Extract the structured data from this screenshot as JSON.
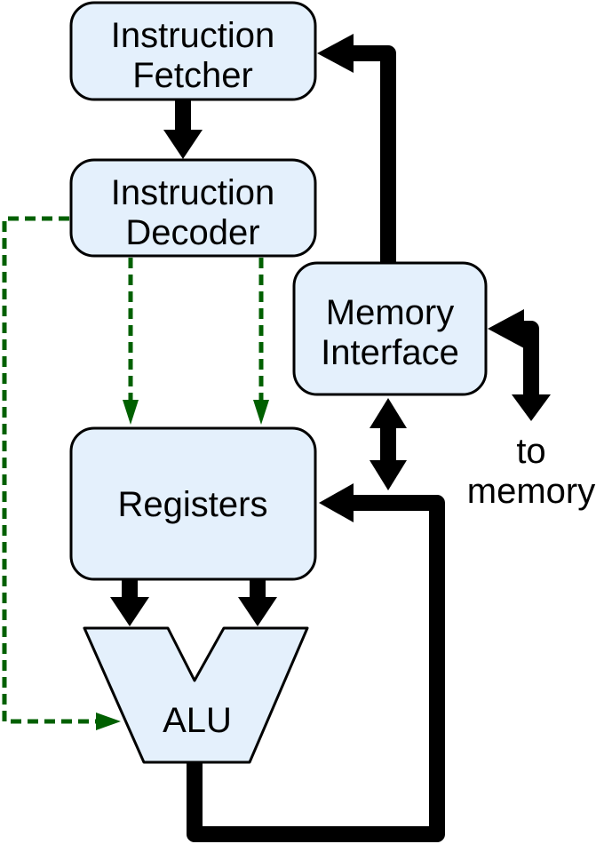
{
  "colors": {
    "box_fill": "#e4f0fc",
    "stroke": "#000000",
    "control": "#006000"
  },
  "blocks": {
    "fetcher": [
      "Instruction",
      "Fetcher"
    ],
    "decoder": [
      "Instruction",
      "Decoder"
    ],
    "registers": "Registers",
    "memory_interface": [
      "Memory",
      "Interface"
    ],
    "alu": "ALU"
  },
  "external_label": [
    "to",
    "memory"
  ]
}
